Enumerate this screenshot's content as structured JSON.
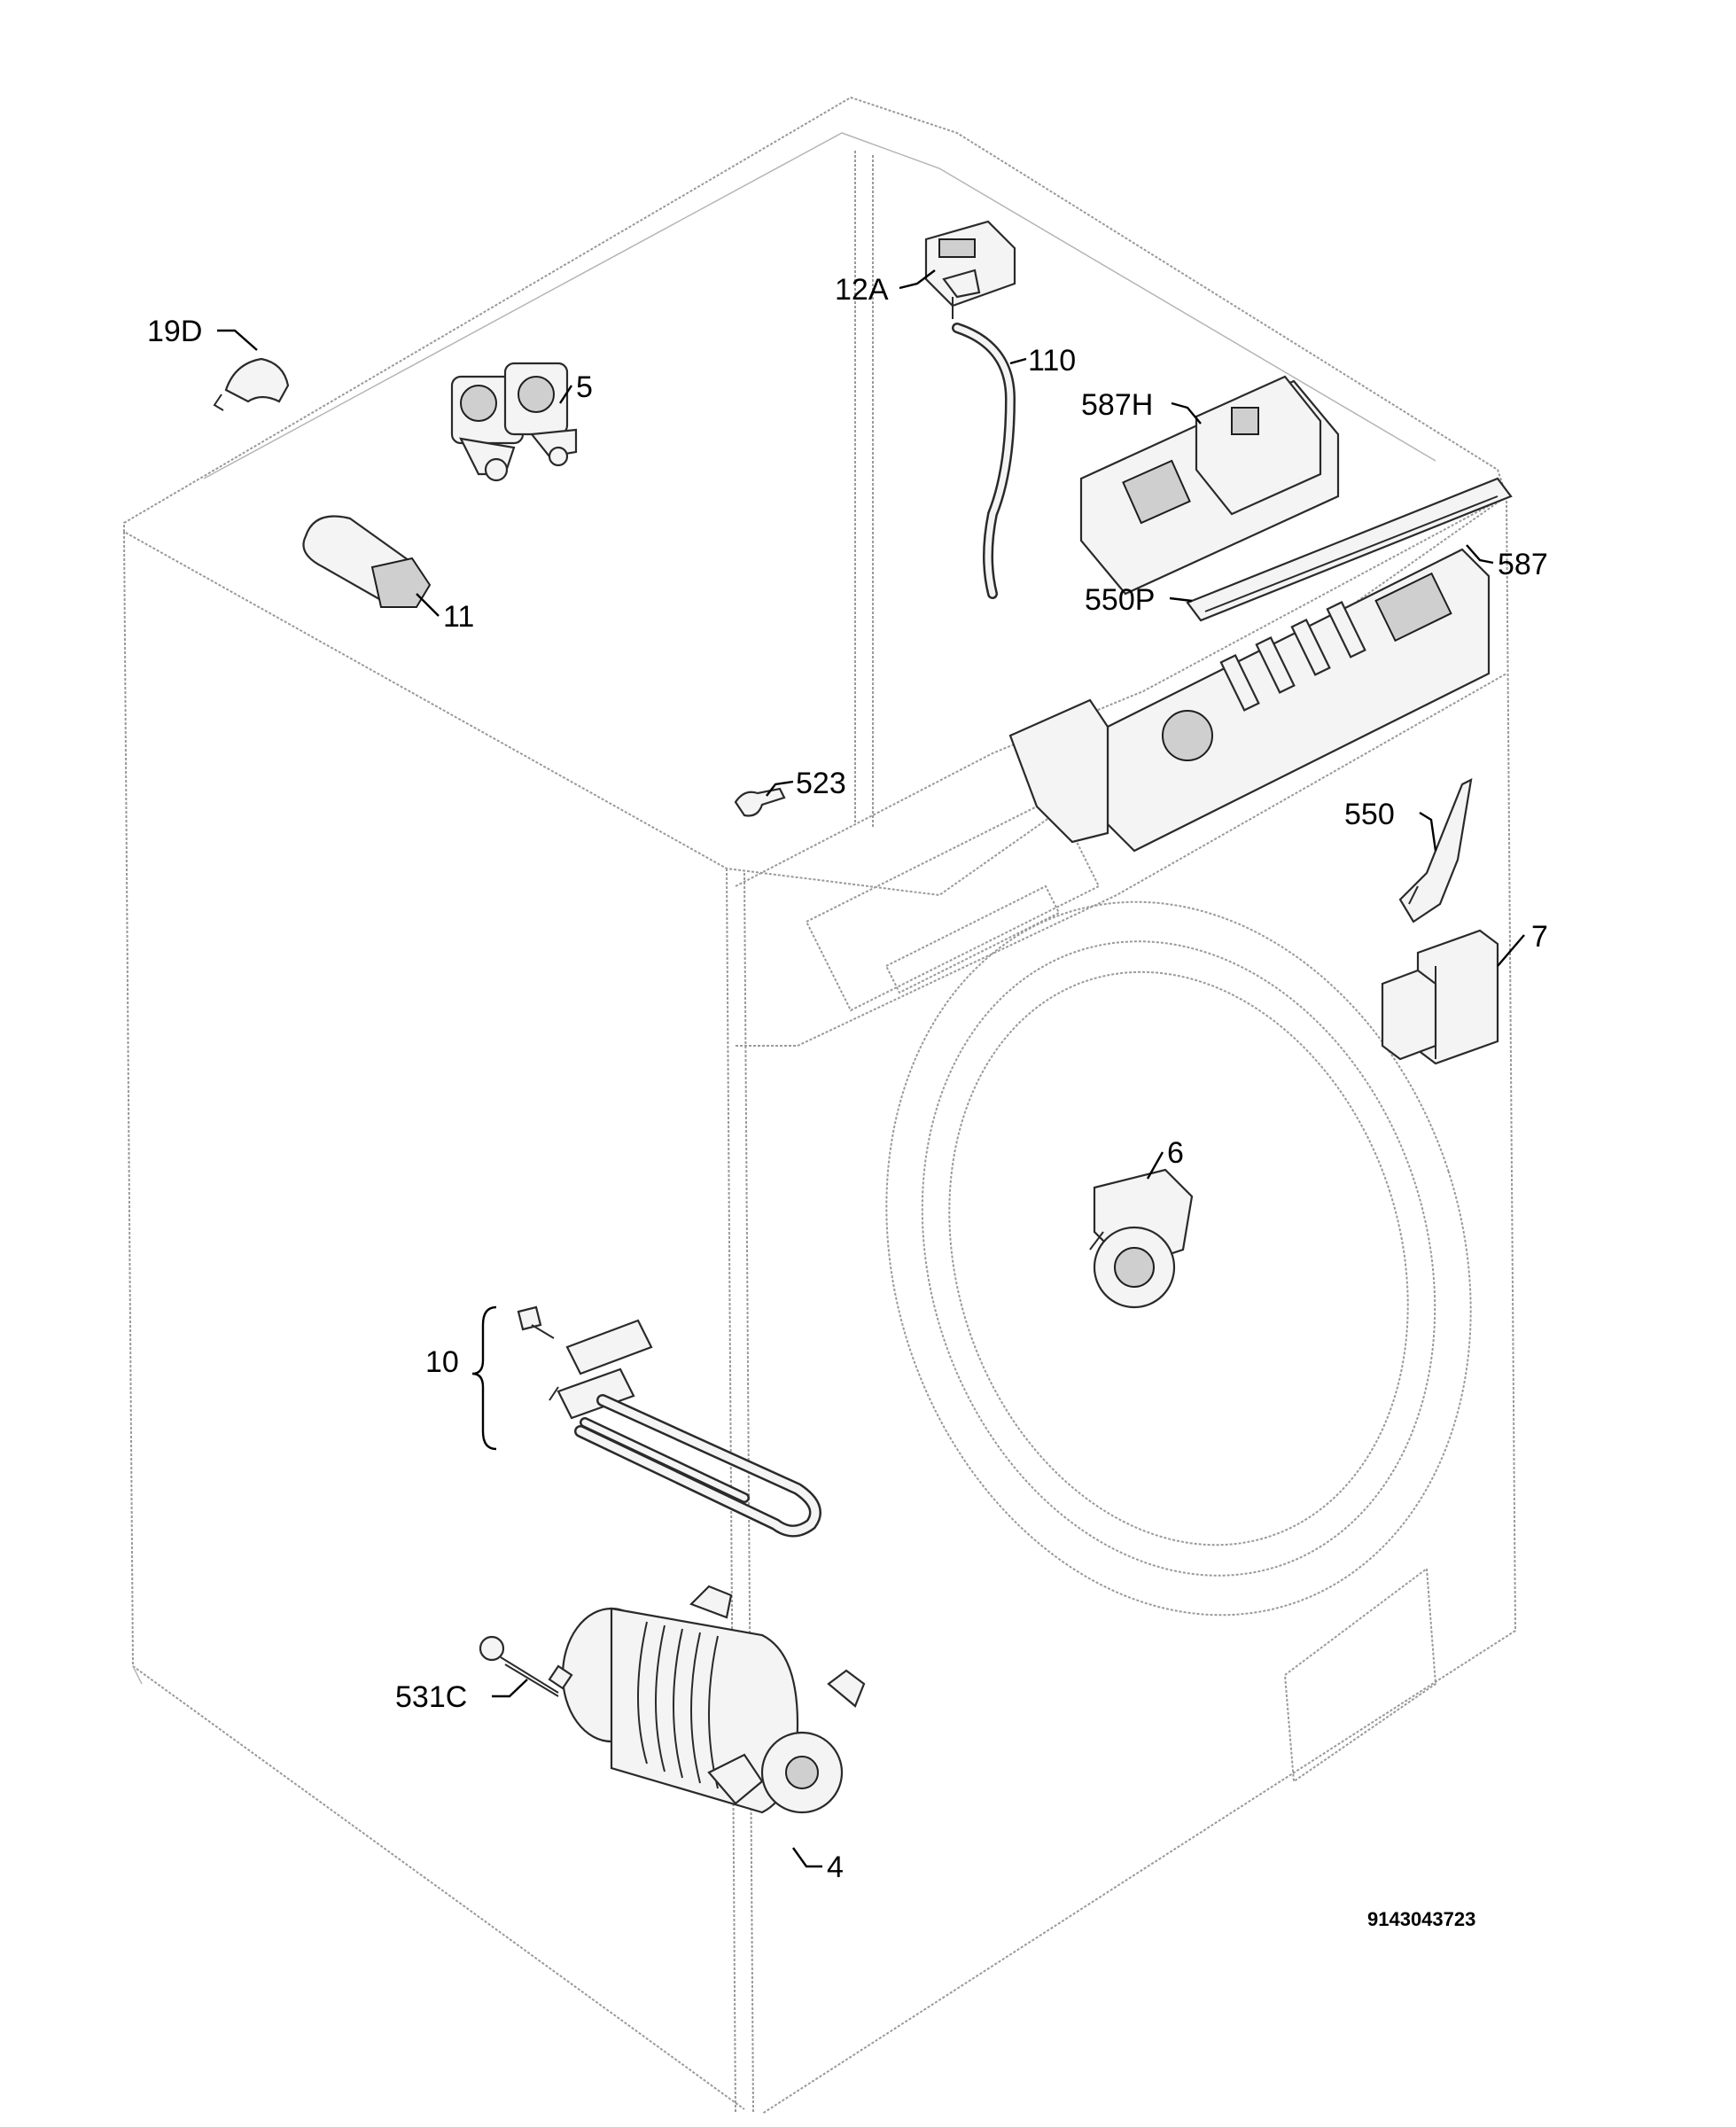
{
  "callouts": {
    "c19d": "19D",
    "c5": "5",
    "c11": "11",
    "c12a": "12A",
    "c110": "110",
    "c587h": "587H",
    "c587": "587",
    "c550p": "550P",
    "c523": "523",
    "c550": "550",
    "c7": "7",
    "c6": "6",
    "c10": "10",
    "c531c": "531C",
    "c4": "4"
  },
  "document_number": "9143043723",
  "colors": {
    "outline": "#9a9a9a",
    "part": "#2a2a2a",
    "text": "#000000"
  }
}
